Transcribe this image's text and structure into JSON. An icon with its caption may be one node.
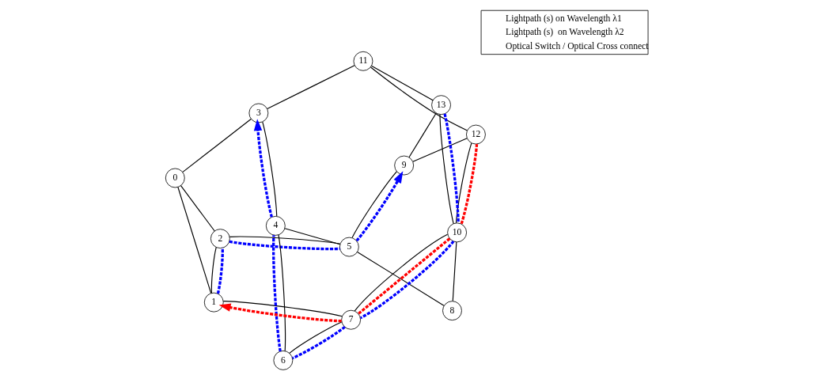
{
  "diagram": {
    "nodes": [
      {
        "text": [
          "0"
        ]
      },
      {
        "text": [
          "1"
        ]
      },
      {
        "text": [
          "2"
        ]
      },
      {
        "text": [
          "3"
        ]
      },
      {
        "text": [
          "4"
        ]
      },
      {
        "text": [
          "5"
        ]
      },
      {
        "text": [
          "6"
        ]
      },
      {
        "text": [
          "7"
        ]
      },
      {
        "text": [
          "8"
        ]
      },
      {
        "text": [
          "9"
        ]
      },
      {
        "text": [
          "10"
        ]
      },
      {
        "text": [
          "11"
        ]
      },
      {
        "text": [
          "12"
        ]
      },
      {
        "text": [
          "13"
        ]
      }
    ],
    "edges": [
      {
        "from": 0,
        "to": 1,
        "arrow": "none"
      },
      {
        "from": 0,
        "to": 2,
        "arrow": "none"
      },
      {
        "from": 0,
        "to": 3,
        "arrow": "none"
      },
      {
        "from": 1,
        "to": 2,
        "arrow": "none"
      },
      {
        "from": 1,
        "to": 7,
        "arrow": "none"
      },
      {
        "from": 2,
        "to": 5,
        "arrow": "none"
      },
      {
        "from": 3,
        "to": 4,
        "arrow": "none"
      },
      {
        "from": 3,
        "to": 11,
        "arrow": "none"
      },
      {
        "from": 4,
        "to": 5,
        "arrow": "none"
      },
      {
        "from": 4,
        "to": 6,
        "arrow": "none"
      },
      {
        "from": 6,
        "to": 7,
        "arrow": "none"
      },
      {
        "from": 7,
        "to": 10,
        "arrow": "none"
      },
      {
        "from": 5,
        "to": 8,
        "arrow": "none"
      },
      {
        "from": 5,
        "to": 9,
        "arrow": "none"
      },
      {
        "from": 8,
        "to": 10,
        "arrow": "none"
      },
      {
        "from": 10,
        "to": 12,
        "arrow": "none"
      },
      {
        "from": 10,
        "to": 13,
        "arrow": "none"
      },
      {
        "from": 11,
        "to": 12,
        "arrow": "none"
      },
      {
        "from": 11,
        "to": 13,
        "arrow": "none"
      },
      {
        "from": 12,
        "to": 9,
        "arrow": "none"
      },
      {
        "from": 9,
        "to": 13,
        "arrow": "none"
      },
      {
        "from": 1,
        "to": 2,
        "arrow": "none",
        "style": "dashed",
        "color": "#0000ff"
      },
      {
        "from": 2,
        "to": 5,
        "arrow": "none",
        "style": "dashed",
        "color": "#0000ff"
      },
      {
        "from": 5,
        "to": 9,
        "arrow": "to",
        "style": "dashed",
        "color": "#0000ff"
      },
      {
        "from": 13,
        "to": 10,
        "arrow": "none",
        "style": "dashed",
        "color": "#0000ff"
      },
      {
        "from": 10,
        "to": 7,
        "arrow": "none",
        "style": "dashed",
        "color": "#0000ff"
      },
      {
        "from": 7,
        "to": 6,
        "arrow": "none",
        "style": "dashed",
        "color": "#0000ff"
      },
      {
        "from": 6,
        "to": 4,
        "arrow": "none",
        "style": "dashed",
        "color": "#0000ff"
      },
      {
        "from": 4,
        "to": 3,
        "arrow": "to",
        "style": "dashed",
        "color": "#0000ff"
      },
      {
        "from": 12,
        "to": 10,
        "arrow": "none",
        "style": "dashed",
        "color": "#ff0000"
      },
      {
        "from": 10,
        "to": 7,
        "arrow": "none",
        "style": "dashed",
        "color": "#ff0000"
      },
      {
        "from": 7,
        "to": 1,
        "arrow": "to",
        "style": "dashed",
        "color": "#ff0000"
      }
    ],
    "legend": [
      {
        "text": "Lightpath (s) on Wavelength λ1"
      },
      {
        "text": "Lightpath (s)  on Wavelength λ2"
      },
      {
        "text": "Optical Switch / Optical Cross connect"
      }
    ]
  }
}
